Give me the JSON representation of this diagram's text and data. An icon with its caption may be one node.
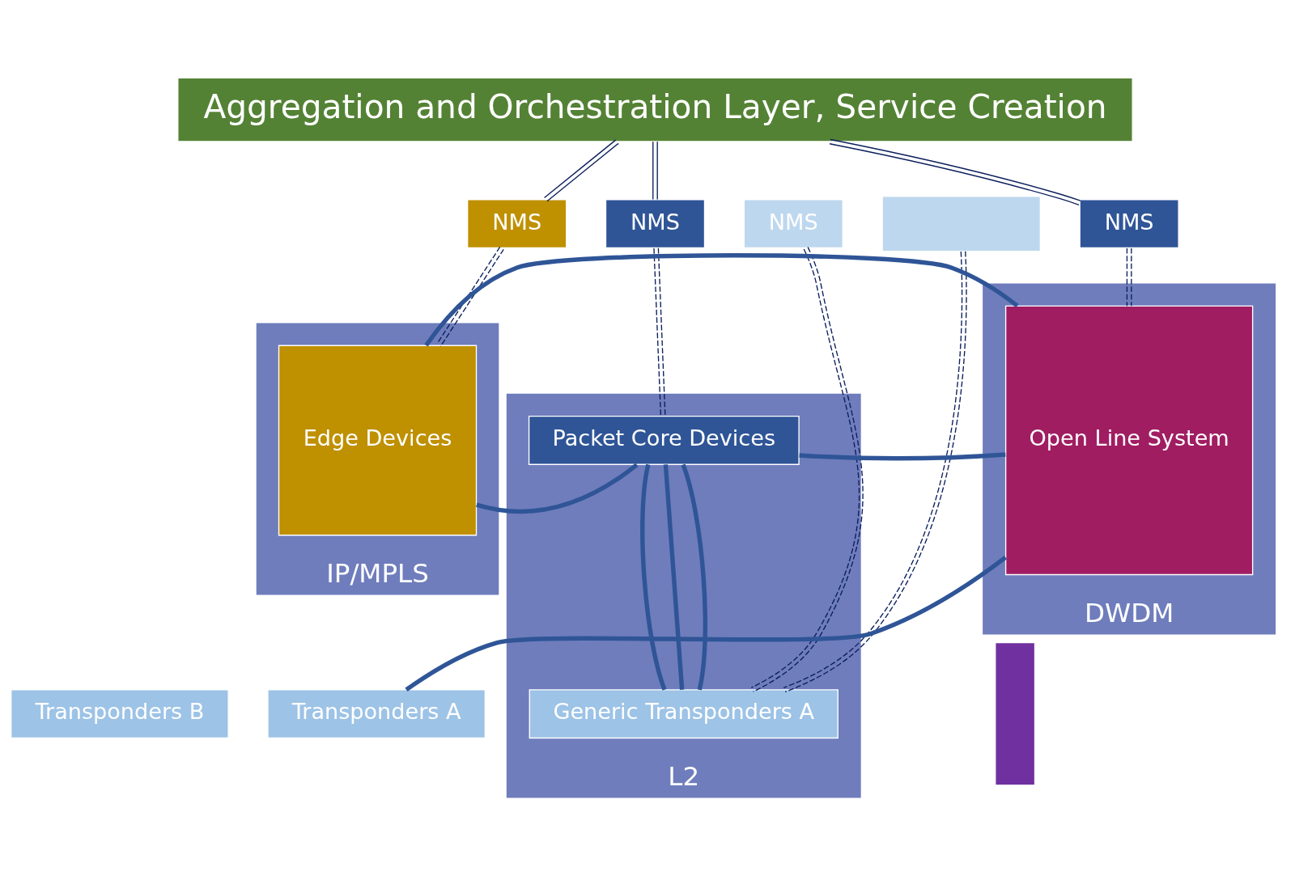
{
  "diagram": {
    "nodes": [
      {
        "text": [
          "Aggregation and Orchestration Layer, Service Creation"
        ]
      },
      {
        "text": [
          "NMS"
        ]
      },
      {
        "text": [
          "NMS"
        ]
      },
      {
        "text": [
          "NMS"
        ]
      },
      {
        "text": [],
        "shape": "box"
      },
      {
        "text": [
          "NMS"
        ]
      },
      {
        "text": [
          "IP/MPLS"
        ]
      },
      {
        "text": [
          "Edge Devices"
        ],
        "in": 6
      },
      {
        "text": [
          "L2"
        ]
      },
      {
        "text": [
          "Packet Core Devices"
        ],
        "in": 8
      },
      {
        "text": [
          "Generic Transponders A"
        ],
        "in": 8
      },
      {
        "text": [
          "Transponders B"
        ]
      },
      {
        "text": [
          "Transponders A"
        ]
      },
      {
        "text": [
          "DWDM"
        ]
      },
      {
        "text": [
          "Open Line System"
        ],
        "in": 13
      },
      {
        "text": [],
        "shape": "box"
      }
    ],
    "edges": [
      {
        "from": 0,
        "to": 1,
        "arrow": "none"
      },
      {
        "from": 0,
        "to": 2,
        "arrow": "none"
      },
      {
        "from": 0,
        "to": 5,
        "arrow": "none"
      },
      {
        "from": 1,
        "to": 7,
        "arrow": "none",
        "style": "dashed"
      },
      {
        "from": 2,
        "to": 9,
        "arrow": "none",
        "style": "dashed"
      },
      {
        "from": 3,
        "to": 10,
        "arrow": "none",
        "style": "dashed"
      },
      {
        "from": 4,
        "to": 10,
        "arrow": "none",
        "style": "dashed"
      },
      {
        "from": 5,
        "to": 14,
        "arrow": "none",
        "style": "dashed"
      },
      {
        "from": 7,
        "to": 14,
        "arrow": "none",
        "style": "thick",
        "color": "#2f5597"
      },
      {
        "from": 7,
        "to": 9,
        "arrow": "none",
        "style": "thick",
        "color": "#2f5597"
      },
      {
        "from": 9,
        "to": 14,
        "arrow": "none",
        "style": "thick",
        "color": "#2f5597"
      },
      {
        "from": 9,
        "to": 10,
        "arrow": "none",
        "style": "thick",
        "color": "#2f5597"
      },
      {
        "from": 9,
        "to": 10,
        "arrow": "none",
        "style": "thick",
        "color": "#2f5597"
      },
      {
        "from": 9,
        "to": 10,
        "arrow": "none",
        "style": "thick",
        "color": "#2f5597"
      },
      {
        "from": 12,
        "to": 14,
        "arrow": "none",
        "style": "thick",
        "color": "#2f5597"
      }
    ]
  }
}
